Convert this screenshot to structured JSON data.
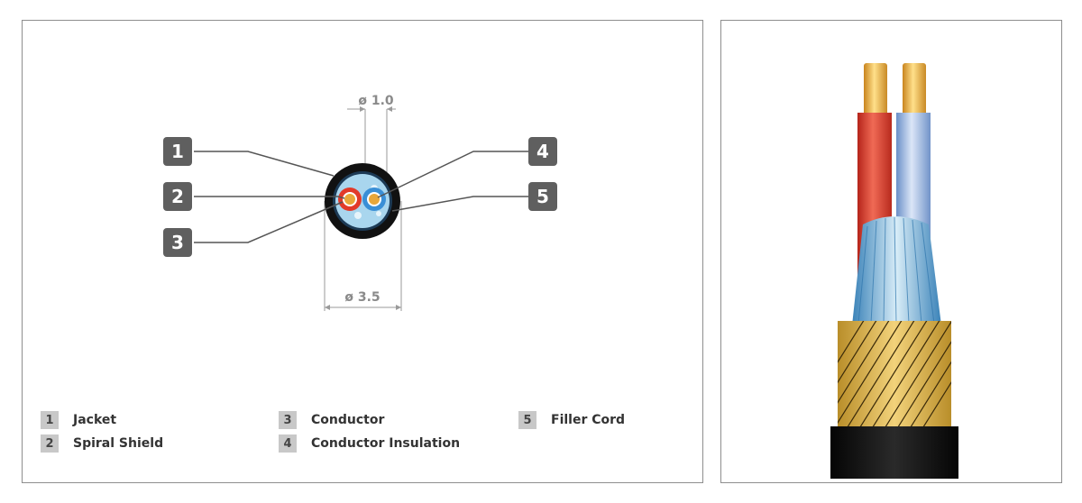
{
  "dimensions": {
    "inner": "ø 1.0",
    "outer": "ø 3.5"
  },
  "callouts": [
    "1",
    "2",
    "3",
    "4",
    "5"
  ],
  "legend": [
    {
      "num": "1",
      "label": "Jacket"
    },
    {
      "num": "2",
      "label": "Spiral Shield"
    },
    {
      "num": "3",
      "label": "Conductor"
    },
    {
      "num": "4",
      "label": "Conductor Insulation"
    },
    {
      "num": "5",
      "label": "Filler Cord"
    }
  ],
  "colors": {
    "jacket": "#111111",
    "shield": "#8fc8e8",
    "insulation_red": "#e23a2a",
    "insulation_blue": "#3a8fd6",
    "conductor": "#e8a73a",
    "braid": "#d9b04a",
    "callout_bg": "#5f5f5f"
  }
}
